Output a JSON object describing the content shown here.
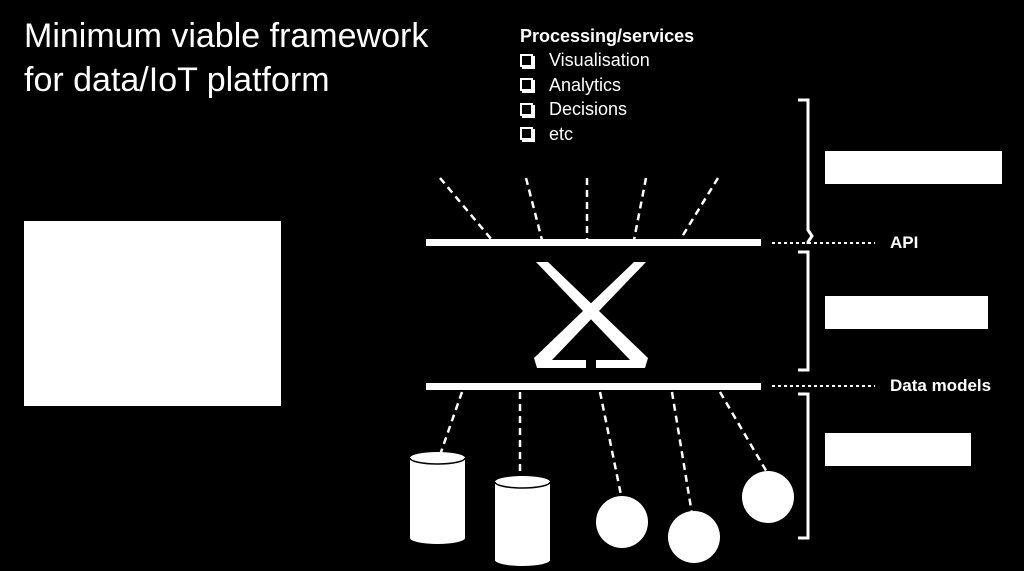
{
  "title": {
    "line1": "Minimum viable framework",
    "line2": "for data/IoT platform"
  },
  "services": {
    "heading": "Processing/services",
    "items": [
      "Visualisation",
      "Analytics",
      "Decisions",
      "etc"
    ]
  },
  "layers": {
    "api_label": "API",
    "data_models_label": "Data models"
  },
  "colors": {
    "background": "#000000",
    "foreground": "#ffffff"
  }
}
